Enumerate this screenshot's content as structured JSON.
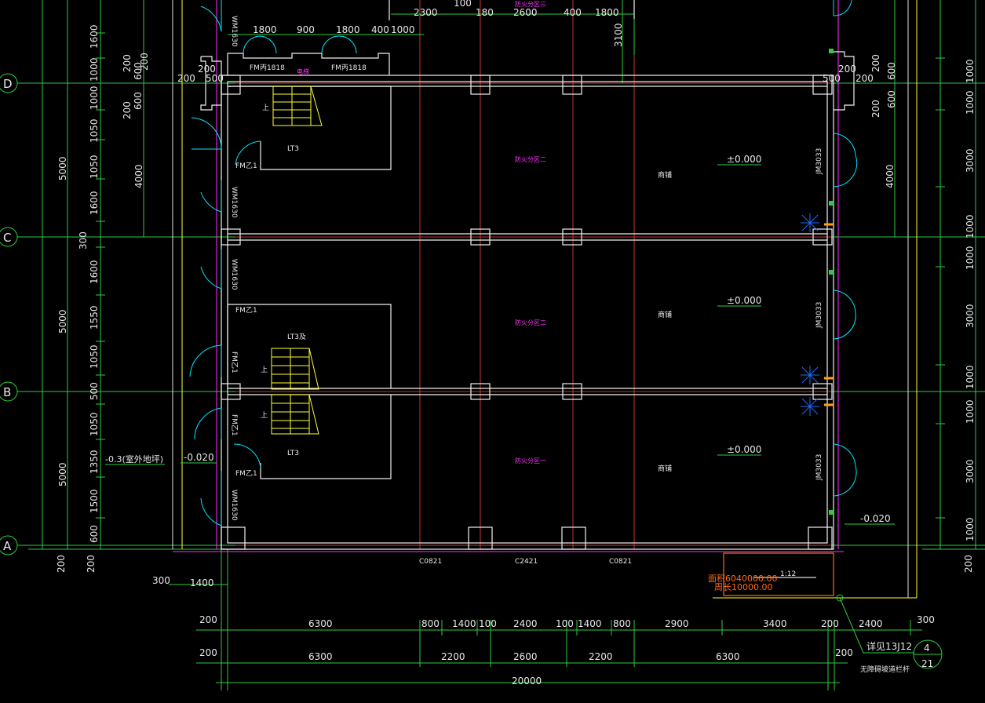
{
  "axes": {
    "D": "D",
    "C": "C",
    "B": "B",
    "A": "A"
  },
  "dims_top": [
    "1800",
    "900",
    "1800",
    "400",
    "1000",
    "2300",
    "100",
    "180",
    "2600",
    "400",
    "1800",
    "3100"
  ],
  "dims_left_outer": [
    "5000",
    "5000",
    "5000",
    "200",
    "200"
  ],
  "dims_left_inner": [
    "1600",
    "1000",
    "1000",
    "1050",
    "1050",
    "1600",
    "1600",
    "1550",
    "1050",
    "500",
    "1050",
    "1350",
    "1500",
    "600"
  ],
  "dims_left_mid": [
    "200",
    "200",
    "600",
    "600",
    "200",
    "4000",
    "300"
  ],
  "dims_right_outer": [
    "3000",
    "3000",
    "3000",
    "200"
  ],
  "dims_right_inner": [
    "1000",
    "1000",
    "1000",
    "1000",
    "1000",
    "1000",
    "1000"
  ],
  "dims_right_mid": [
    "200",
    "200",
    "600",
    "600",
    "4000",
    "200",
    "500",
    "200",
    "200",
    "500"
  ],
  "dims_bottom_row1": [
    "200",
    "6300",
    "800",
    "1400",
    "100",
    "2400",
    "100",
    "1400",
    "800",
    "2900",
    "3400",
    "200",
    "2400",
    "300"
  ],
  "dims_bottom_row2": [
    "200",
    "6300",
    "2200",
    "2600",
    "2200",
    "6300",
    "200"
  ],
  "dims_bottom_row3": [
    "20000"
  ],
  "dims_misc": [
    "300",
    "1400"
  ],
  "doors": [
    "FM丙1818",
    "FM丙1818",
    "FM乙1",
    "FM乙1",
    "FM乙1",
    "FM乙1",
    "FM乙1",
    "WM1630",
    "WM1630",
    "WM1630",
    "WM1630",
    "JM3033",
    "JM3033",
    "JM3033"
  ],
  "stairs": [
    "LT3",
    "LT3及",
    "LT3"
  ],
  "up_label": "上",
  "rooms": [
    "防火分区二",
    "防火分区二",
    "防火分区一",
    "防火分区三",
    "商铺",
    "商铺",
    "商铺"
  ],
  "elevations": [
    "±0.000",
    "±0.000",
    "±0.000",
    "-0.020",
    "-0.020",
    "-0.3(室外地坪)"
  ],
  "windows": [
    "C0821",
    "C2421",
    "C0821"
  ],
  "ramp": {
    "line1": "面积6040000.00",
    "line2": "周长10000.00",
    "slope": "1:12"
  },
  "detail": {
    "ref": "详见13J12",
    "note": "无障碍坡道栏杆",
    "num": "4",
    "page": "21"
  },
  "small_label": "电梯",
  "colors": {
    "grid": "#c0392b",
    "wall": "#ffffff",
    "dim": "#2ecc40",
    "door": "#00e5ff",
    "stair": "#ffff33",
    "magenta": "#ff30ff",
    "ramp": "#ff6a1a"
  }
}
